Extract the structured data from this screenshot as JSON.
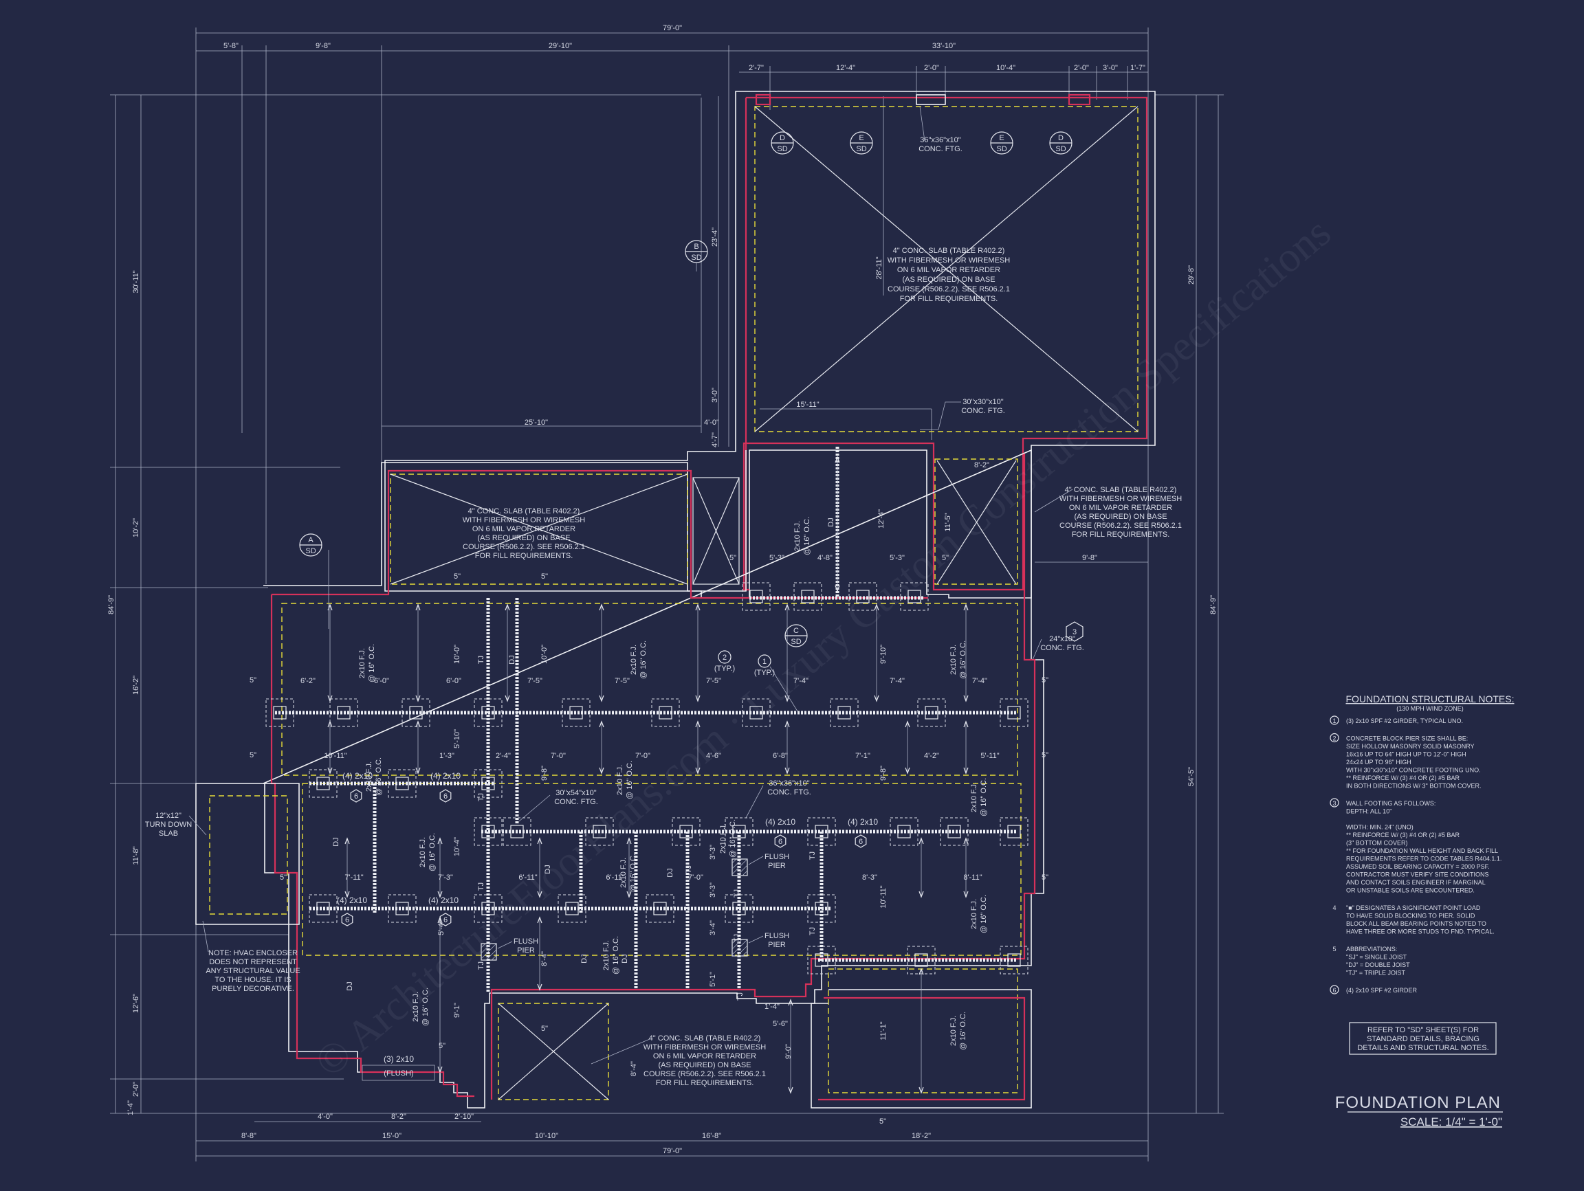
{
  "title_block": {
    "title": "FOUNDATION PLAN",
    "scale": "SCALE: 1/4\" = 1'-0\""
  },
  "notes_header": {
    "title": "FOUNDATION STRUCTURAL NOTES:",
    "subtitle": "(130 MPH WIND ZONE)"
  },
  "notes": [
    {
      "num": "1",
      "lines": [
        "(3) 2x10 SPF #2 GIRDER, TYPICAL UNO."
      ]
    },
    {
      "num": "2",
      "lines": [
        "CONCRETE BLOCK PIER SIZE SHALL BE:",
        "SIZE   HOLLOW MASONRY   SOLID MASONRY",
        "16x16    UP TO 64\" HIGH     UP TO 12'-0\" HIGH",
        "24x24    UP TO 96\" HIGH",
        "WITH 30\"x30\"x10\" CONCRETE FOOTING UNO.",
        "** REINFORCE W/ (3) #4 OR (2) #5 BAR",
        "IN BOTH DIRECTIONS W/ 3\" BOTTOM COVER."
      ]
    },
    {
      "num": "3",
      "lines": [
        "WALL FOOTING AS FOLLOWS:",
        "DEPTH: ALL 10\"",
        "",
        "WIDTH: MIN. 24\" (UNO)",
        "** REINFORCE W/ (3) #4 OR (2) #5 BAR",
        "(3\" BOTTOM COVER)",
        "** FOR FOUNDATION WALL HEIGHT AND BACK FILL",
        "REQUIREMENTS REFER TO CODE TABLES R404.1.1.",
        "ASSUMED SOIL BEARING CAPACITY = 2000 PSF.",
        "CONTRACTOR MUST VERIFY SITE CONDITIONS",
        "AND CONTACT SOILS ENGINEER IF MARGINAL",
        "OR UNSTABLE SOILS ARE ENCOUNTERED."
      ]
    },
    {
      "num": "4",
      "lines": [
        "\"■\" DESIGNATES A SIGNIFICANT POINT LOAD",
        "TO HAVE SOLID BLOCKING TO PIER. SOLID",
        "BLOCK ALL BEAM BEARING POINTS NOTED TO",
        "HAVE THREE OR MORE STUDS TO FND. TYPICAL."
      ]
    },
    {
      "num": "5",
      "lines": [
        "ABBREVIATIONS:",
        "\"SJ\" = SINGLE JOIST",
        "\"DJ\" = DOUBLE JOIST",
        "\"TJ\" = TRIPLE JOIST"
      ]
    },
    {
      "num": "6",
      "lines": [
        "(4) 2x10 SPF #2 GIRDER"
      ]
    }
  ],
  "refer_box": [
    "REFER TO \"SD\" SHEET(S) FOR",
    "STANDARD DETAILS, BRACING",
    "DETAILS AND STRUCTURAL NOTES."
  ],
  "slab_note": [
    "4\" CONC. SLAB (TABLE R402.2)",
    "WITH FIBERMESH OR WIREMESH",
    "ON 6 MIL VAPOR RETARDER",
    "(AS REQUIRED) ON BASE",
    "COURSE (R506.2.2). SEE R506.2.1",
    "FOR FILL REQUIREMENTS."
  ],
  "hvac_note": [
    "NOTE: HVAC ENCLOSER",
    "DOES NOT REPRESENT",
    "ANY STRUCTURAL VALUE",
    "TO THE HOUSE.  IT IS",
    "PURELY DECORATIVE."
  ],
  "turn_down": [
    "12\"x12\"",
    "TURN DOWN",
    "SLAB"
  ],
  "ftg_labels": {
    "f36": [
      "36\"x36\"x10\"",
      "CONC. FTG."
    ],
    "f30": [
      "30\"x30\"x10\"",
      "CONC. FTG."
    ],
    "f24": [
      "24\"x10\"",
      "CONC. FTG."
    ],
    "f3054": [
      "30\"x54\"x10\"",
      "CONC. FTG."
    ],
    "f36b": [
      "36\"x36\"x10\"",
      "CONC. FTG."
    ]
  },
  "flush_pier": [
    "FLUSH",
    "PIER"
  ],
  "girder_labels": {
    "g4": "(4) 2x10",
    "g3": "(3) 2x10",
    "flush": "(FLUSH)"
  },
  "joist_label": [
    "2x10 F.J.",
    "@ 16\" O.C."
  ],
  "joist_abbr": {
    "dj": "DJ",
    "tj": "TJ"
  },
  "typ": "(TYP.)",
  "section_markers": [
    {
      "letter": "D",
      "sheet": "SD"
    },
    {
      "letter": "E",
      "sheet": "SD"
    },
    {
      "letter": "E",
      "sheet": "SD"
    },
    {
      "letter": "D",
      "sheet": "SD"
    },
    {
      "letter": "B",
      "sheet": "SD"
    },
    {
      "letter": "A",
      "sheet": "SD"
    },
    {
      "letter": "C",
      "sheet": "SD"
    }
  ],
  "dims_top": {
    "overall": "79'-0\"",
    "a": "5'-8\"",
    "b": "9'-8\"",
    "c": "29'-10\"",
    "d": "33'-10\"",
    "e": "2'-7\"",
    "f": "12'-4\"",
    "g": "2'-0\"",
    "h": "10'-4\"",
    "i": "2'-0\"",
    "j": "3'-0\"",
    "k": "1'-7\""
  },
  "dims_bottom": {
    "overall": "79'-0\"",
    "a": "8'-8\"",
    "b": "15'-0\"",
    "c": "10'-10\"",
    "d": "16'-8\"",
    "e": "18'-2\"",
    "f": "4'-0\"",
    "g": "8'-2\"",
    "h": "2'-10\""
  },
  "dims_left": {
    "overall": "84'-9\"",
    "a": "30'-11\"",
    "b": "10'-2\"",
    "c": "16'-2\"",
    "d": "11'-8\"",
    "e": "12'-6\"",
    "f": "2'-0\"",
    "g": "1'-4\""
  },
  "dims_right": {
    "overall": "84'-9\"",
    "a": "29'-8\"",
    "b": "54'-5\""
  },
  "dims_interior": {
    "d1": "28'-11\"",
    "d2": "23'-4\"",
    "d3": "15'-11\"",
    "d4": "25'-10\"",
    "d5": "4'-0\"",
    "d6": "3'-0\"",
    "d7": "4'-7\"",
    "d8": "8'-2\"",
    "d9": "9'-8\"",
    "d10": "11'-5\"",
    "d11": "12'-4\"",
    "d12": "5'-3\"",
    "d13": "4'-8\"",
    "d14": "5'-3\"",
    "r1a": "6'-2\"",
    "r1b": "6'-0\"",
    "r1c": "6'-0\"",
    "r1d": "7'-5\"",
    "r1e": "7'-5\"",
    "r1f": "7'-5\"",
    "r1g": "7'-4\"",
    "r1h": "7'-4\"",
    "r1i": "7'-4\"",
    "r2a": "10'-11\"",
    "r2b": "1'-3\"",
    "r2c": "2'-4\"",
    "r2d": "7'-0\"",
    "r2e": "7'-0\"",
    "r2f": "4'-6\"",
    "r2g": "6'-8\"",
    "r2h": "7'-1\"",
    "r2i": "4'-2\"",
    "r2j": "5'-11\"",
    "r3a": "7'-11\"",
    "r3b": "7'-3\"",
    "r3c": "6'-11\"",
    "r3d": "6'-11\"",
    "r3e": "7'-0\"",
    "r3f": "8'-3\"",
    "r3g": "8'-11\"",
    "v1": "10'-0\"",
    "v2": "10'-0\"",
    "v3": "9'-10\"",
    "v4": "5'-10\"",
    "v5": "9'-8\"",
    "v6": "9'-8\"",
    "v7": "10'-4\"",
    "v8": "8'-4\"",
    "v9": "8'-4\"",
    "v10": "10'-11\"",
    "v11": "11'-1\"",
    "v12": "9'-0\"",
    "v13": "5'-6\"",
    "v14": "1'-4\"",
    "v15": "5'-1\"",
    "v16": "3'-3\"",
    "v17": "3'-3\"",
    "v18": "3'-4\"",
    "v19": "9'-1\"",
    "v20": "5'-4\"",
    "five": "5\""
  },
  "watermark": "© ArchitectureFloorPlans.com · Luxury Custom Construction Specifications"
}
